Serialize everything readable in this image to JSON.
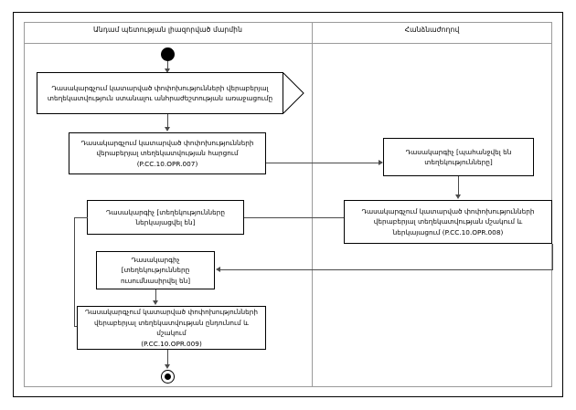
{
  "diagram": {
    "type": "uml-activity-diagram",
    "lanes": [
      {
        "id": "lane-left",
        "title": "Անդամ պետության լիազորված մարմին"
      },
      {
        "id": "lane-right",
        "title": "Հանձնաժողով"
      }
    ],
    "nodes": [
      {
        "id": "start",
        "kind": "initial-node",
        "label": ""
      },
      {
        "id": "accept-event",
        "kind": "accept-event-action",
        "lines": [
          "Դասակարգչում կատարված փոփոխությունների վերաբերյալ",
          "տեղեկատվություն ստանալու անհրաժեշտության առաջացումը"
        ]
      },
      {
        "id": "request-info",
        "kind": "action",
        "lines": [
          "Դասակարգչում կատարված փոփոխությունների",
          "վերաբերյալ տեղեկատվության հարցում",
          "(P.CC.10.OPR.007)"
        ]
      },
      {
        "id": "state-requested",
        "kind": "object-node",
        "lines": [
          "Դասակարգիչ [պահանջվել են",
          "տեղեկությունները]"
        ]
      },
      {
        "id": "process-present",
        "kind": "action",
        "lines": [
          "Դասակարգչում կատարված փոփոխությունների",
          "վերաբերյալ տեղեկատվության մշակում և",
          "ներկայացում (P.CC.10.OPR.008)"
        ]
      },
      {
        "id": "state-presented",
        "kind": "object-node",
        "lines": [
          "Դասակարգիչ [տեղեկությունները",
          "ներկայացվել են]"
        ]
      },
      {
        "id": "state-studied",
        "kind": "object-node",
        "lines": [
          "Դասակարգիչ",
          "[տեղեկությունները",
          "ուսումնասիրվել են]"
        ]
      },
      {
        "id": "receive-process",
        "kind": "action",
        "lines": [
          "Դասակարգչում կատարված փոփոխությունների",
          "վերաբերյալ տեղեկատվության ընդունում և մշակում",
          "(P.CC.10.OPR.009)"
        ]
      },
      {
        "id": "end",
        "kind": "final-node",
        "label": ""
      }
    ],
    "colors": {
      "frame": "#000000",
      "lane_border": "#9a9a9a",
      "node_border": "#000000",
      "connector": "#4a4a4a",
      "background": "#ffffff",
      "text": "#000000"
    }
  }
}
